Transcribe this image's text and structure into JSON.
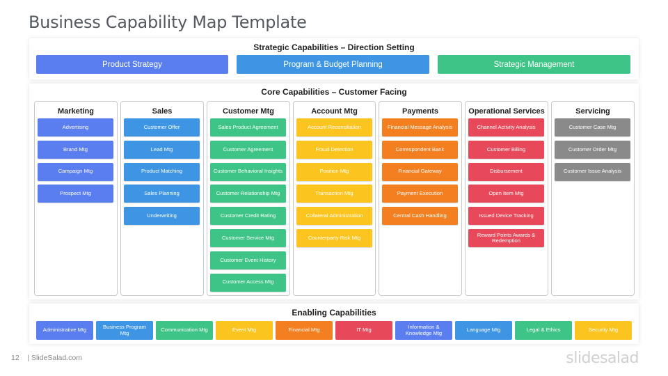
{
  "title": "Business Capability Map Template",
  "strategic": {
    "title": "Strategic Capabilities  – Direction Setting",
    "items": [
      {
        "label": "Product Strategy",
        "color": "#5a7ef0"
      },
      {
        "label": "Program & Budget Planning",
        "color": "#3d95e3"
      },
      {
        "label": "Strategic Management",
        "color": "#3ec486"
      }
    ]
  },
  "core": {
    "title": "Core Capabilities  – Customer Facing",
    "columns": [
      {
        "name": "Marketing",
        "color": "#5a7ef0",
        "items": [
          "Advertising",
          "Brand Mtg",
          "Campaign Mtg",
          "Prospect Mtg"
        ]
      },
      {
        "name": "Sales",
        "color": "#3d95e3",
        "items": [
          "Customer Offer",
          "Lead Mtg",
          "Product Matching",
          "Sales Planning",
          "Underwriting"
        ]
      },
      {
        "name": "Customer Mtg",
        "color": "#3ec486",
        "items": [
          "Sales Product Agreement",
          "Customer Agreement",
          "Customer Behavioral Insights",
          "Customer Relationship Mtg",
          "Customer Credit Rating",
          "Customer Service Mtg",
          "Customer Event History",
          "Customer Access Mtg"
        ]
      },
      {
        "name": "Account Mtg",
        "color": "#fcc41e",
        "items": [
          "Account Reconciliation",
          "Fraud Detection",
          "Position Mtg",
          "Transaction Mtg",
          "Collateral Administration",
          "Counterparty Risk Mtg"
        ]
      },
      {
        "name": "Payments",
        "color": "#f47f20",
        "items": [
          "Financial Message Analysis",
          "Correspondent Bank",
          "Financial Gateway",
          "Payment Execution",
          "Central Cash Handling"
        ]
      },
      {
        "name": "Operational Services",
        "color": "#e8495a",
        "items": [
          "Channel Activity Analysis",
          "Customer Billing",
          "Disbursement",
          "Open Item Mtg",
          "Issued Device Tracking",
          "Reward Points Awards & Redemption"
        ]
      },
      {
        "name": "Servicing",
        "color": "#8a8a8a",
        "items": [
          "Customer Case Mtg",
          "Customer Order Mtg",
          "Customer Issue Analysis"
        ]
      }
    ]
  },
  "enabling": {
    "title": "Enabling Capabilities",
    "items": [
      {
        "label": "Administrative Mtg",
        "color": "#5a7ef0"
      },
      {
        "label": "Business Program Mtg",
        "color": "#3d95e3"
      },
      {
        "label": "Communication Mtg",
        "color": "#3ec486"
      },
      {
        "label": "Event Mtg",
        "color": "#fcc41e"
      },
      {
        "label": "Financial Mtg",
        "color": "#f47f20"
      },
      {
        "label": "IT Mtg",
        "color": "#e8495a"
      },
      {
        "label": "Information & Knowledge Mtg",
        "color": "#5a7ef0"
      },
      {
        "label": "Language Mtg",
        "color": "#3d95e3"
      },
      {
        "label": "Legal & Ethics",
        "color": "#3ec486"
      },
      {
        "label": "Security Mtg",
        "color": "#fcc41e"
      }
    ]
  },
  "footer": {
    "page": "12",
    "site": "| SlideSalad.com",
    "logo": "slidesalad"
  }
}
